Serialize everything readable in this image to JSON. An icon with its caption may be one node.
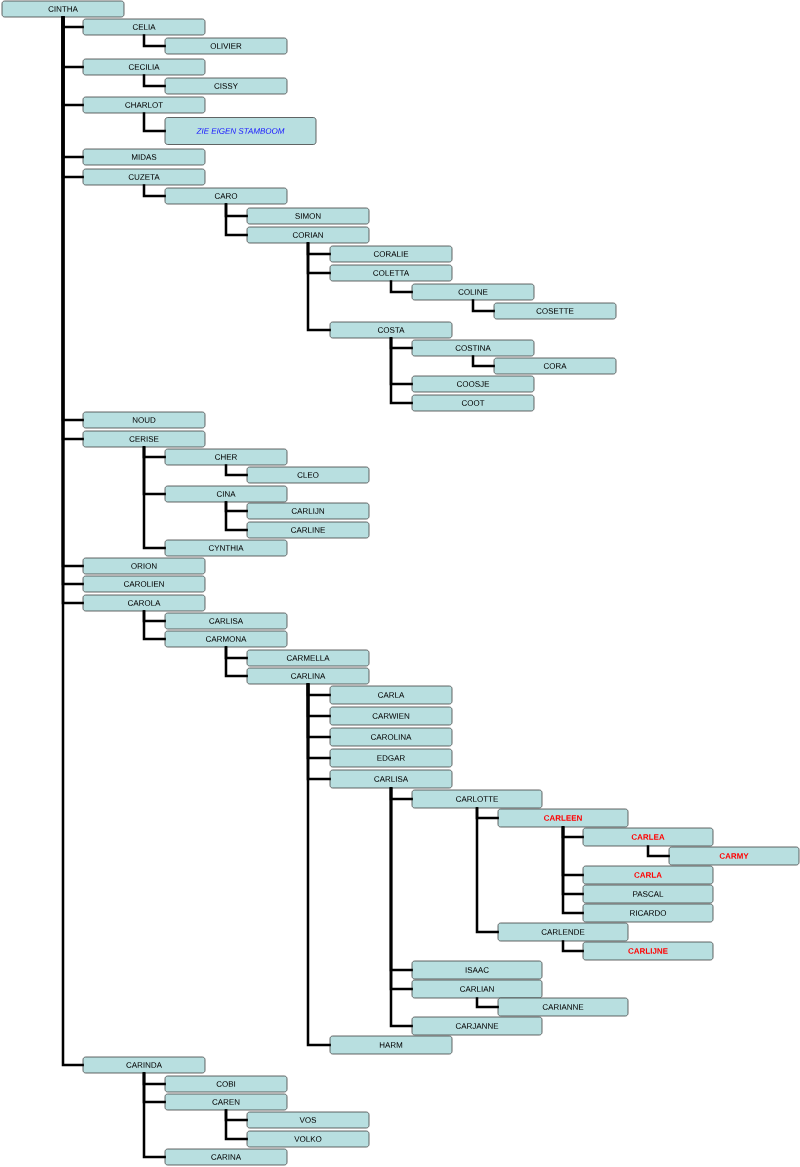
{
  "diagram": {
    "nodes": [
      {
        "text": [
          "CINTHA"
        ]
      },
      {
        "text": [
          "CELIA"
        ]
      },
      {
        "text": [
          "OLIVIER"
        ]
      },
      {
        "text": [
          "CECILIA"
        ]
      },
      {
        "text": [
          "CISSY"
        ]
      },
      {
        "text": [
          "CHARLOT"
        ]
      },
      {
        "text": [
          "ZIE EIGEN STAMBOOM"
        ]
      },
      {
        "text": [
          "MIDAS"
        ]
      },
      {
        "text": [
          "CUZETA"
        ]
      },
      {
        "text": [
          "CARO"
        ]
      },
      {
        "text": [
          "SIMON"
        ]
      },
      {
        "text": [
          "CORIAN"
        ]
      },
      {
        "text": [
          "CORALIE"
        ]
      },
      {
        "text": [
          "COLETTA"
        ]
      },
      {
        "text": [
          "COLINE"
        ]
      },
      {
        "text": [
          "COSETTE"
        ]
      },
      {
        "text": [
          "COSTA"
        ]
      },
      {
        "text": [
          "COSTINA"
        ]
      },
      {
        "text": [
          "CORA"
        ]
      },
      {
        "text": [
          "COOSJE"
        ]
      },
      {
        "text": [
          "COOT"
        ]
      },
      {
        "text": [
          "NOUD"
        ]
      },
      {
        "text": [
          "CERISE"
        ]
      },
      {
        "text": [
          "CHER"
        ]
      },
      {
        "text": [
          "CLEO"
        ]
      },
      {
        "text": [
          "CINA"
        ]
      },
      {
        "text": [
          "CARLIJN"
        ]
      },
      {
        "text": [
          "CARLINE"
        ]
      },
      {
        "text": [
          "CYNTHIA"
        ]
      },
      {
        "text": [
          "ORION"
        ]
      },
      {
        "text": [
          "CAROLIEN"
        ]
      },
      {
        "text": [
          "CAROLA"
        ]
      },
      {
        "text": [
          "CARLISA"
        ]
      },
      {
        "text": [
          "CARMONA"
        ]
      },
      {
        "text": [
          "CARMELLA"
        ]
      },
      {
        "text": [
          "CARLINA"
        ]
      },
      {
        "text": [
          "CARLA"
        ]
      },
      {
        "text": [
          "CARWIEN"
        ]
      },
      {
        "text": [
          "CAROLINA"
        ]
      },
      {
        "text": [
          "EDGAR"
        ]
      },
      {
        "text": [
          "CARLISA"
        ]
      },
      {
        "text": [
          "CARLOTTE"
        ]
      },
      {
        "text": [
          "CARLEEN"
        ]
      },
      {
        "text": [
          "CARLEA"
        ]
      },
      {
        "text": [
          "CARMY"
        ]
      },
      {
        "text": [
          "CARLA"
        ]
      },
      {
        "text": [
          "PASCAL"
        ]
      },
      {
        "text": [
          "RICARDO"
        ]
      },
      {
        "text": [
          "CARLENDE"
        ]
      },
      {
        "text": [
          "CARLIJNE"
        ]
      },
      {
        "text": [
          "ISAAC"
        ]
      },
      {
        "text": [
          "CARLIAN"
        ]
      },
      {
        "text": [
          "CARIANNE"
        ]
      },
      {
        "text": [
          "CARJANNE"
        ]
      },
      {
        "text": [
          "HARM"
        ]
      },
      {
        "text": [
          "CARINDA"
        ]
      },
      {
        "text": [
          "COBI"
        ]
      },
      {
        "text": [
          "CAREN"
        ]
      },
      {
        "text": [
          "VOS"
        ]
      },
      {
        "text": [
          "VOLKO"
        ]
      },
      {
        "text": [
          "CARINA"
        ]
      }
    ],
    "edges": [
      {
        "from": 0,
        "to": 1,
        "arrow": "none"
      },
      {
        "from": 1,
        "to": 2,
        "arrow": "none"
      },
      {
        "from": 0,
        "to": 3,
        "arrow": "none"
      },
      {
        "from": 3,
        "to": 4,
        "arrow": "none"
      },
      {
        "from": 0,
        "to": 5,
        "arrow": "none"
      },
      {
        "from": 5,
        "to": 6,
        "arrow": "none"
      },
      {
        "from": 0,
        "to": 7,
        "arrow": "none"
      },
      {
        "from": 0,
        "to": 8,
        "arrow": "none"
      },
      {
        "from": 8,
        "to": 9,
        "arrow": "none"
      },
      {
        "from": 9,
        "to": 10,
        "arrow": "none"
      },
      {
        "from": 9,
        "to": 11,
        "arrow": "none"
      },
      {
        "from": 11,
        "to": 12,
        "arrow": "none"
      },
      {
        "from": 11,
        "to": 13,
        "arrow": "none"
      },
      {
        "from": 13,
        "to": 14,
        "arrow": "none"
      },
      {
        "from": 14,
        "to": 15,
        "arrow": "none"
      },
      {
        "from": 11,
        "to": 16,
        "arrow": "none"
      },
      {
        "from": 16,
        "to": 17,
        "arrow": "none"
      },
      {
        "from": 17,
        "to": 18,
        "arrow": "none"
      },
      {
        "from": 16,
        "to": 19,
        "arrow": "none"
      },
      {
        "from": 16,
        "to": 20,
        "arrow": "none"
      },
      {
        "from": 0,
        "to": 21,
        "arrow": "none"
      },
      {
        "from": 0,
        "to": 22,
        "arrow": "none"
      },
      {
        "from": 22,
        "to": 23,
        "arrow": "none"
      },
      {
        "from": 23,
        "to": 24,
        "arrow": "none"
      },
      {
        "from": 22,
        "to": 25,
        "arrow": "none"
      },
      {
        "from": 25,
        "to": 26,
        "arrow": "none"
      },
      {
        "from": 25,
        "to": 27,
        "arrow": "none"
      },
      {
        "from": 22,
        "to": 28,
        "arrow": "none"
      },
      {
        "from": 0,
        "to": 29,
        "arrow": "none"
      },
      {
        "from": 0,
        "to": 30,
        "arrow": "none"
      },
      {
        "from": 0,
        "to": 31,
        "arrow": "none"
      },
      {
        "from": 31,
        "to": 32,
        "arrow": "none"
      },
      {
        "from": 31,
        "to": 33,
        "arrow": "none"
      },
      {
        "from": 33,
        "to": 34,
        "arrow": "none"
      },
      {
        "from": 33,
        "to": 35,
        "arrow": "none"
      },
      {
        "from": 35,
        "to": 36,
        "arrow": "none"
      },
      {
        "from": 35,
        "to": 37,
        "arrow": "none"
      },
      {
        "from": 35,
        "to": 38,
        "arrow": "none"
      },
      {
        "from": 35,
        "to": 39,
        "arrow": "none"
      },
      {
        "from": 35,
        "to": 40,
        "arrow": "none"
      },
      {
        "from": 40,
        "to": 41,
        "arrow": "none"
      },
      {
        "from": 41,
        "to": 42,
        "arrow": "none"
      },
      {
        "from": 42,
        "to": 43,
        "arrow": "none"
      },
      {
        "from": 43,
        "to": 44,
        "arrow": "none"
      },
      {
        "from": 42,
        "to": 45,
        "arrow": "none"
      },
      {
        "from": 42,
        "to": 46,
        "arrow": "none"
      },
      {
        "from": 42,
        "to": 47,
        "arrow": "none"
      },
      {
        "from": 41,
        "to": 48,
        "arrow": "none"
      },
      {
        "from": 48,
        "to": 49,
        "arrow": "none"
      },
      {
        "from": 40,
        "to": 50,
        "arrow": "none"
      },
      {
        "from": 40,
        "to": 51,
        "arrow": "none"
      },
      {
        "from": 51,
        "to": 52,
        "arrow": "none"
      },
      {
        "from": 40,
        "to": 53,
        "arrow": "none"
      },
      {
        "from": 35,
        "to": 54,
        "arrow": "none"
      },
      {
        "from": 0,
        "to": 55,
        "arrow": "none"
      },
      {
        "from": 55,
        "to": 56,
        "arrow": "none"
      },
      {
        "from": 55,
        "to": 57,
        "arrow": "none"
      },
      {
        "from": 57,
        "to": 58,
        "arrow": "none"
      },
      {
        "from": 57,
        "to": 59,
        "arrow": "none"
      },
      {
        "from": 55,
        "to": 60,
        "arrow": "none"
      }
    ]
  }
}
